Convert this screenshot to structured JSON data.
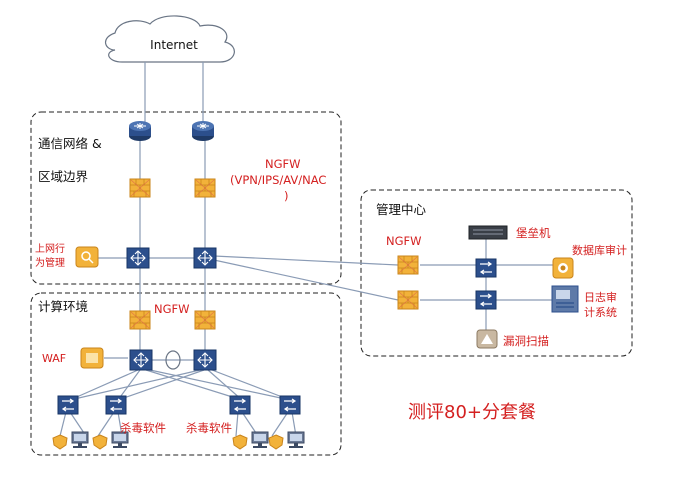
{
  "cloud": {
    "label": "Internet"
  },
  "zones": {
    "boundary_line1": "通信网络 &",
    "boundary_line2": "区域边界",
    "compute": "计算环境",
    "management": "管理中心"
  },
  "labels": {
    "ngfw_main_l1": "NGFW",
    "ngfw_main_l2": "(VPN/IPS/AV/NAC",
    "ngfw_main_l3": ")",
    "behavior_l1": "上网行",
    "behavior_l2": "为管理",
    "ngfw_mgmt": "NGFW",
    "ngfw_compute": "NGFW",
    "waf": "WAF",
    "bastion": "堡垒机",
    "db_audit": "数据库审计",
    "log_audit_l1": "日志审",
    "log_audit_l2": "计系统",
    "vuln_scan": "漏洞扫描",
    "antivirus_1": "杀毒软件",
    "antivirus_2": "杀毒软件",
    "package": "测评80+分套餐"
  },
  "icons": {
    "router": "router-icon",
    "firewall": "firewall-icon",
    "switch": "switch-icon",
    "server": "server-icon",
    "database": "database-icon",
    "log": "log-server-icon",
    "scanner": "scanner-icon",
    "behavior": "behavior-mgmt-icon",
    "waf": "waf-icon",
    "pc": "pc-icon"
  },
  "colors": {
    "red_label": "#d42020",
    "firewall": "#f2b23a",
    "switch": "#2c4f8c",
    "line": "#8a9bb5",
    "zone_border": "#222222"
  }
}
